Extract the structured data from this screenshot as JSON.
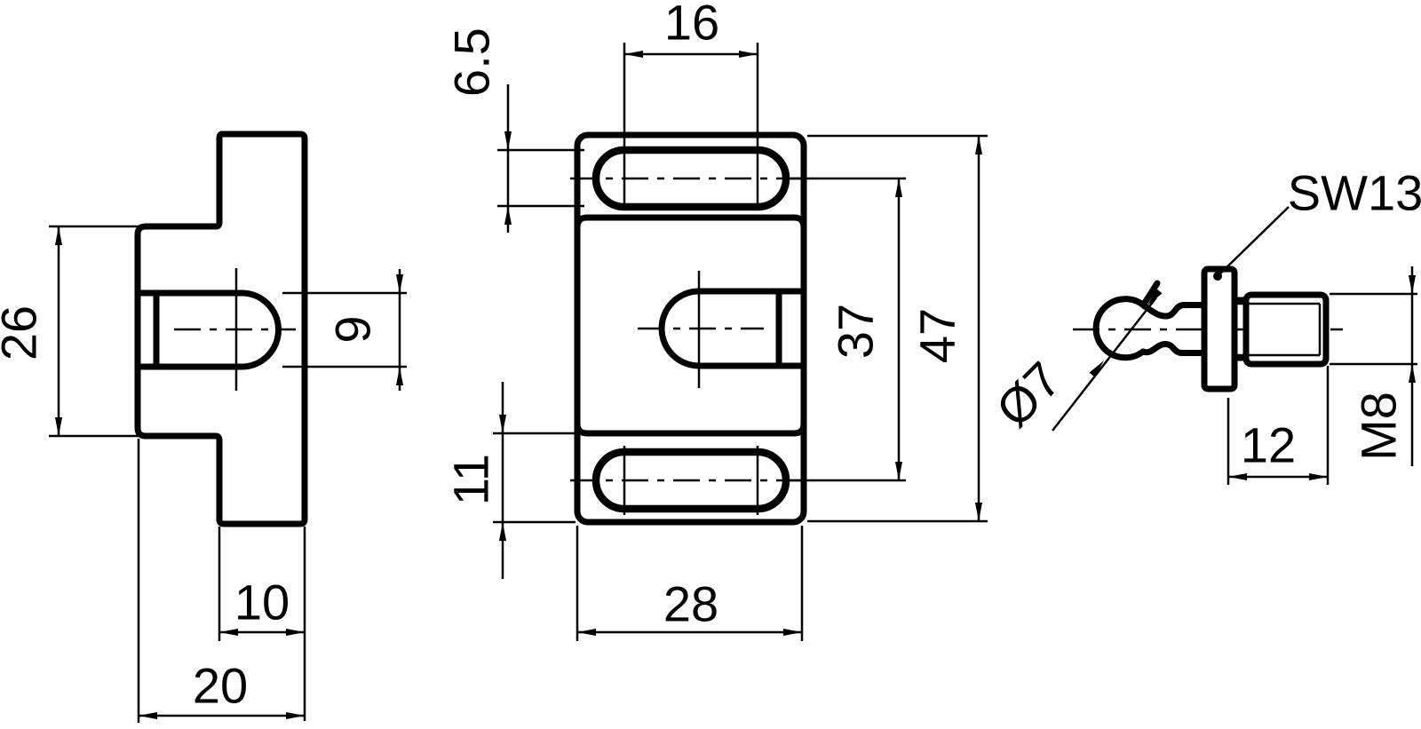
{
  "colors": {
    "line": "#000000",
    "background": "#ffffff"
  },
  "views": {
    "side": {
      "dims": {
        "height": "26",
        "socket": "9",
        "thickness": "10",
        "depth": "20"
      }
    },
    "front": {
      "dims": {
        "slot_length": "16",
        "slot_width": "6.5",
        "strip": "11",
        "centers": "37",
        "height": "47",
        "width": "28"
      }
    },
    "stud": {
      "labels": {
        "wrench": "SW13",
        "ball": "Ø7",
        "thread_len": "12",
        "thread": "M8"
      }
    }
  }
}
